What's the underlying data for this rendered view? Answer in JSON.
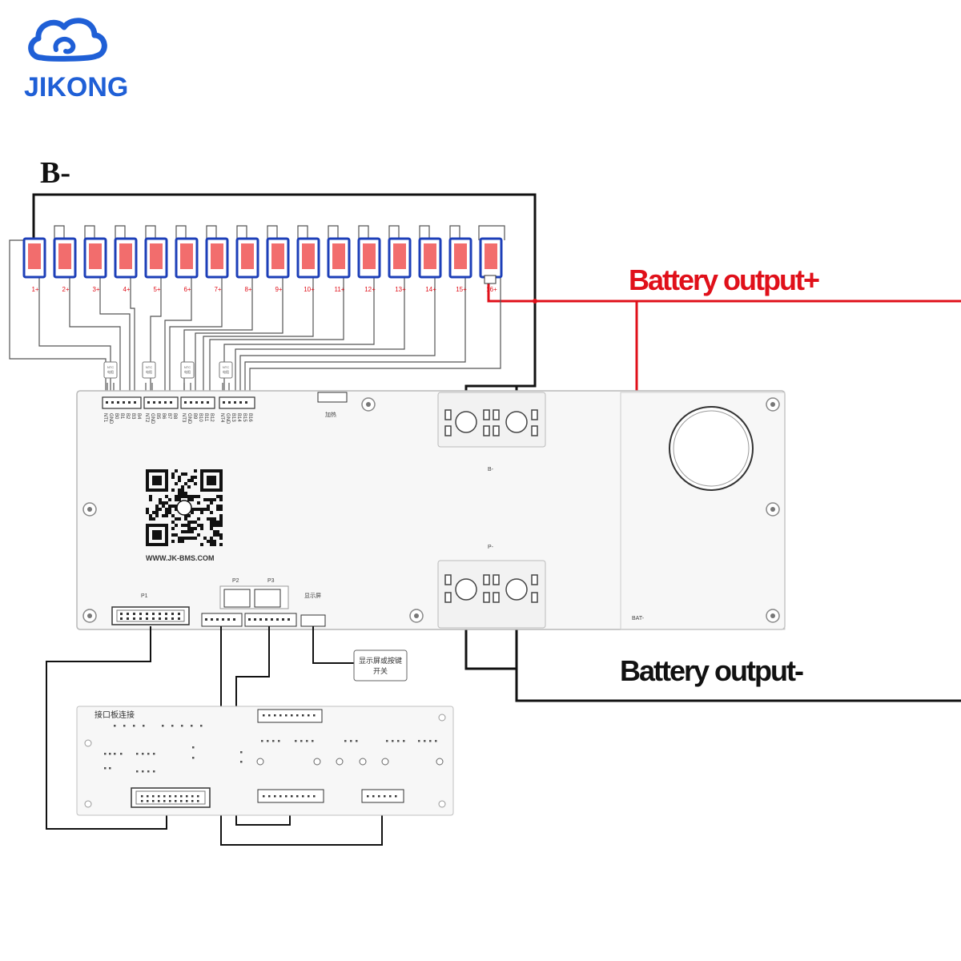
{
  "brand": {
    "name": "JIKONG",
    "logo_icon": "cloud-logo-icon",
    "color": "#1f5fd6"
  },
  "labels": {
    "b_minus": "B-",
    "battery_out_plus": "Battery output+",
    "battery_out_minus": "Battery output-"
  },
  "cells": [
    "1+",
    "2+",
    "3+",
    "4+",
    "5+",
    "6+",
    "7+",
    "8+",
    "9+",
    "10+",
    "11+",
    "12+",
    "13+",
    "14+",
    "15+",
    "16+"
  ],
  "ntc_label": "NTC",
  "ntc_sub": "电阻",
  "board": {
    "connector_pins": [
      [
        "NT1",
        "GND",
        "B0",
        "B1",
        "B2",
        "B3",
        "B4"
      ],
      [
        "NT2",
        "GND",
        "B5",
        "B6",
        "B7",
        "B8"
      ],
      [
        "NT3",
        "GND",
        "B9",
        "B10",
        "B11",
        "B12"
      ],
      [
        "NT4",
        "GND",
        "B13",
        "B14",
        "B15",
        "B16"
      ]
    ],
    "heat_label": "加热",
    "url": "WWW.JK-BMS.COM",
    "b_minus_pad": "B-",
    "p_minus_pad": "P-",
    "bat_minus_pad": "BAT-",
    "p1": "P1",
    "p2": "P2",
    "p3": "P3",
    "display_port": "显示屏",
    "display_note_line1": "显示屏或按键",
    "display_note_line2": "开关"
  },
  "interface_board": {
    "title": "接口板连接"
  },
  "colors": {
    "red_wire": "#e0101a",
    "black_wire": "#111111",
    "cell_fill": "#f26d6d",
    "cell_border": "#1d3fb8"
  }
}
